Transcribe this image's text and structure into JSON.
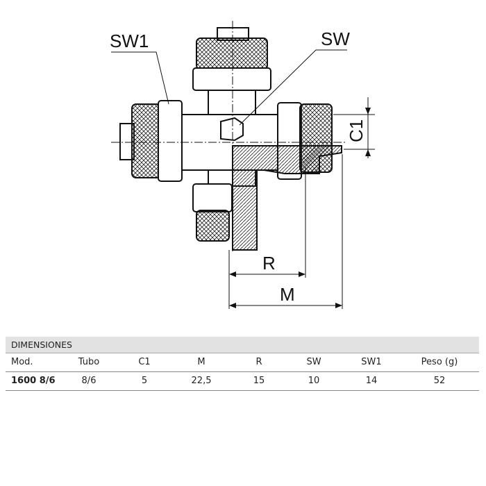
{
  "drawing": {
    "labels": {
      "sw1": "SW1",
      "sw": "SW",
      "c1": "C1",
      "r": "R",
      "m": "M"
    }
  },
  "table": {
    "title": "DIMENSIONES",
    "headers": [
      "Mod.",
      "Tubo",
      "C1",
      "M",
      "R",
      "SW",
      "SW1",
      "Peso (g)"
    ],
    "rows": [
      [
        "1600 8/6",
        "8/6",
        "5",
        "22,5",
        "15",
        "10",
        "14",
        "52"
      ]
    ]
  }
}
